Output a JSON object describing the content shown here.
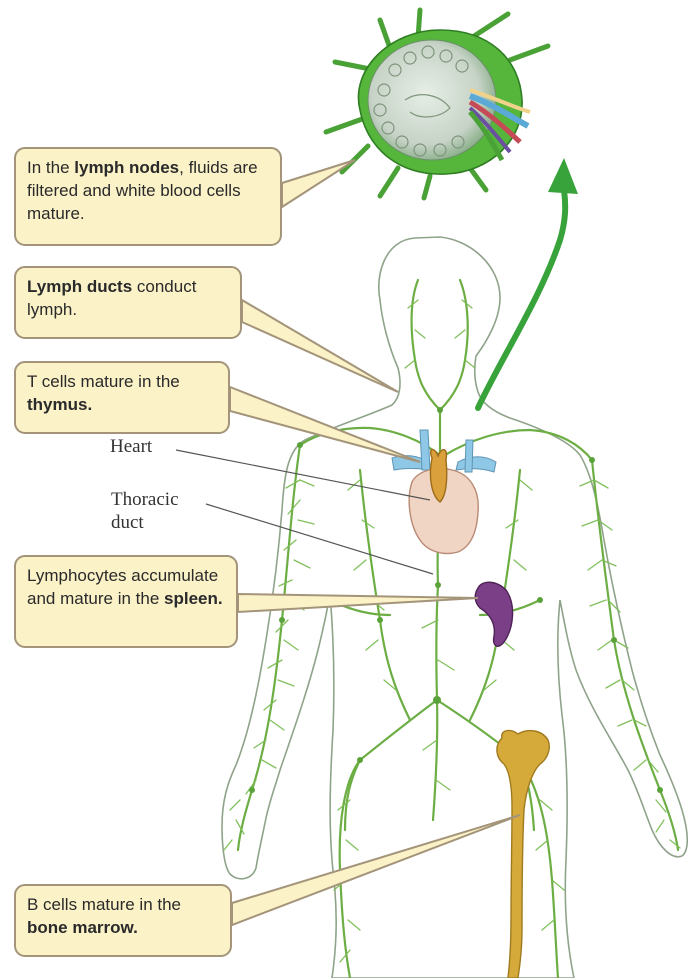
{
  "callouts": {
    "lymph_nodes": {
      "pre": "In the ",
      "bold": "lymph nodes",
      "post": ", fluids are filtered and white blood cells mature."
    },
    "lymph_ducts": {
      "bold": "Lymph ducts",
      "post": " conduct lymph."
    },
    "thymus": {
      "pre": "T cells mature in the ",
      "bold": "thymus."
    },
    "spleen": {
      "pre": "Lymphocytes accumulate and mature in the ",
      "bold": "spleen."
    },
    "bone_marrow": {
      "pre": "B cells mature in the ",
      "bold": "bone marrow."
    }
  },
  "labels": {
    "heart": "Heart",
    "thoracic_duct_line1": "Thoracic",
    "thoracic_duct_line2": "duct"
  },
  "colors": {
    "callout_fill": "#fbf2c8",
    "callout_border": "#a3947a",
    "lymph_vessel": "#6cae44",
    "node_fill": "#5fb83e",
    "heart": "#f1d5c4",
    "thymus": "#d9a03c",
    "spleen": "#7a3f86",
    "bone": "#d5aa3a",
    "vein": "#8ec8e6"
  }
}
